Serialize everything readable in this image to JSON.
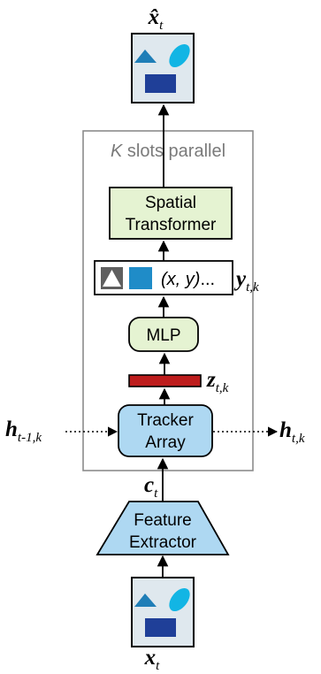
{
  "output_image": {
    "symbol": "x̂",
    "subscript": "t"
  },
  "group": {
    "label_var": "K",
    "label_text": " slots parallel"
  },
  "spatial_transformer": {
    "line1": "Spatial",
    "line2": "Transformer"
  },
  "slot_vector": {
    "coords": "(x, y)",
    "ellipsis": "...",
    "symbol": "y",
    "subscript": "t,k"
  },
  "mlp": {
    "label": "MLP"
  },
  "latent": {
    "symbol": "z",
    "subscript": "t,k"
  },
  "tracker_array": {
    "line1": "Tracker",
    "line2": "Array"
  },
  "hidden_in": {
    "symbol": "h",
    "subscript": "t-1,k"
  },
  "hidden_out": {
    "symbol": "h",
    "subscript": "t,k"
  },
  "features": {
    "symbol": "c",
    "subscript": "t"
  },
  "feature_extractor": {
    "line1": "Feature",
    "line2": "Extractor"
  },
  "input_image": {
    "symbol": "x",
    "subscript": "t"
  },
  "colors": {
    "image_bg": "#dfe8ee",
    "triangle": "#1f7eb7",
    "ellipse": "#12b5e4",
    "rectangle": "#1f3f98",
    "green_box": "#e5f3d2",
    "blue_box": "#aed8f2",
    "latent_bar": "#bd1c1c",
    "group_border": "#8c8c8c"
  }
}
